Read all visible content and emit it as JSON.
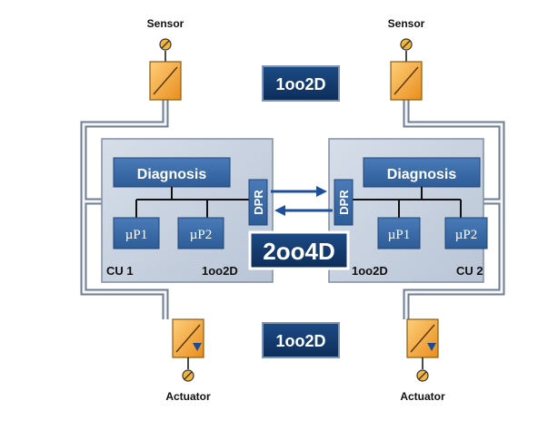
{
  "sensors": [
    "Sensor",
    "Sensor"
  ],
  "actuators": [
    "Actuator",
    "Actuator"
  ],
  "badges": {
    "top": "1oo2D",
    "middle": "2oo4D",
    "bottom": "1oo2D"
  },
  "cu_left": {
    "diagnosis": "Diagnosis",
    "dpr": "DPR",
    "up1": "µP1",
    "up2": "µP2",
    "name": "CU 1",
    "mode": "1oo2D"
  },
  "cu_right": {
    "diagnosis": "Diagnosis",
    "dpr": "DPR",
    "up1": "µP1",
    "up2": "µP2",
    "name": "CU 2",
    "mode": "1oo2D"
  },
  "colors": {
    "navy": "#123a6e",
    "blue": "#3b6aa6",
    "orange": "#f2a33a",
    "cu_fill": "#c9d3e0",
    "arrow": "#1e4f9c"
  }
}
